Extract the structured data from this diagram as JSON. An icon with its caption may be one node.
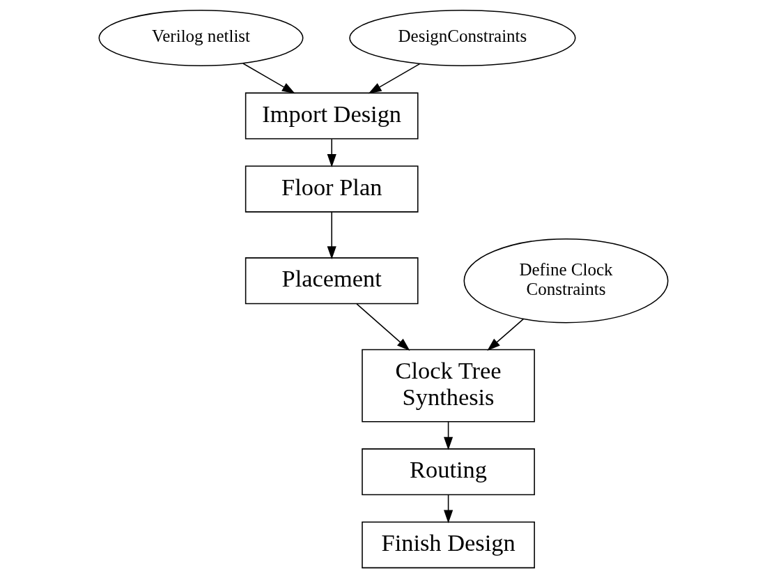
{
  "diagram": {
    "nodes": [
      {
        "text": [
          "Verilog netlist"
        ]
      },
      {
        "text": [
          "DesignConstraints"
        ]
      },
      {
        "text": [
          "Import Design"
        ]
      },
      {
        "text": [
          "Floor Plan"
        ]
      },
      {
        "text": [
          "Placement"
        ]
      },
      {
        "text": [
          "Define Clock Constraints"
        ]
      },
      {
        "text": [
          "Clock Tree Synthesis"
        ]
      },
      {
        "text": [
          "Routing"
        ]
      },
      {
        "text": [
          "Finish Design"
        ]
      }
    ],
    "edges": [
      {
        "from": 0,
        "to": 2,
        "arrow": "to"
      },
      {
        "from": 1,
        "to": 2,
        "arrow": "to"
      },
      {
        "from": 2,
        "to": 3,
        "arrow": "to"
      },
      {
        "from": 3,
        "to": 4,
        "arrow": "to"
      },
      {
        "from": 4,
        "to": 6,
        "arrow": "to"
      },
      {
        "from": 5,
        "to": 6,
        "arrow": "to"
      },
      {
        "from": 6,
        "to": 7,
        "arrow": "to"
      },
      {
        "from": 7,
        "to": 8,
        "arrow": "to"
      }
    ]
  }
}
